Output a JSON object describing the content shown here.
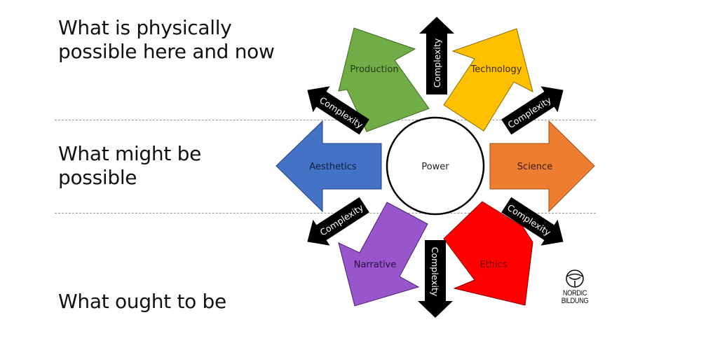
{
  "left_labels": {
    "top_line1": "What is physically",
    "top_line2": "possible here and now",
    "mid_line1": "What might be",
    "mid_line2": "possible",
    "bottom": "What ought to be"
  },
  "center": {
    "label": "Power"
  },
  "domains": [
    {
      "label": "Production",
      "color": "#70ad47",
      "text_color": "#1e3d10"
    },
    {
      "label": "Technology",
      "color": "#ffc000",
      "text_color": "#3d2b00"
    },
    {
      "label": "Science",
      "color": "#ed7d31",
      "text_color": "#3d1a05"
    },
    {
      "label": "Ethics",
      "color": "#ff0000",
      "text_color": "#6b0000"
    },
    {
      "label": "Narrative",
      "color": "#9955cc",
      "text_color": "#2a0f45"
    },
    {
      "label": "Aesthetics",
      "color": "#4472c4",
      "text_color": "#0d1f40"
    }
  ],
  "complexity_arrows": {
    "label": "Complexity",
    "color": "#000000",
    "count": 6
  },
  "logo": {
    "line1": "NORDIC",
    "line2": "BILDUNG",
    "icon": "steering-wheel-icon"
  }
}
